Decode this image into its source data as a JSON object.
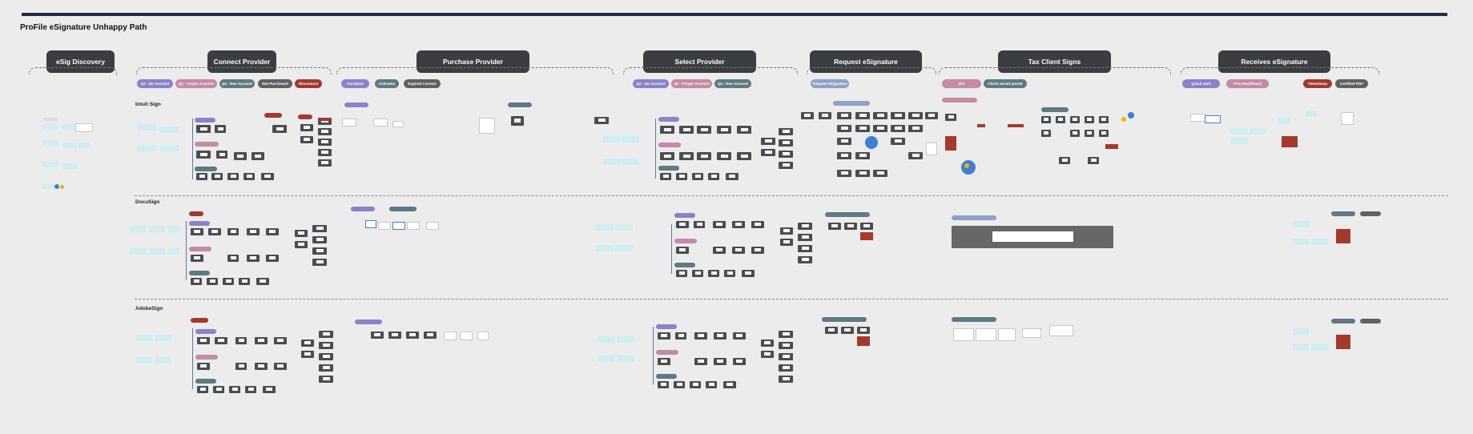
{
  "page_title": "ProFile eSignature Unhappy Path",
  "stages": [
    {
      "label": "eSig Discovery"
    },
    {
      "label": "Connect Provider"
    },
    {
      "label": "Purchase Provider"
    },
    {
      "label": "Select Provider"
    },
    {
      "label": "Request eSignature"
    },
    {
      "label": "Tax Client Signs"
    },
    {
      "label": "Receives eSignature"
    }
  ],
  "connect_tags": [
    "Q1 - No Account",
    "Q1 - Forgot Account",
    "Q1 - Has Account",
    "Not Purchased",
    "Disconnect"
  ],
  "purchase_tags": [
    "Purchase",
    "Activates",
    "Expired License"
  ],
  "select_tags": [
    "Q1 - No Account",
    "Q1 - Forgot Account",
    "Q1 - Has Account"
  ],
  "request_tags": [
    "Request eSignature"
  ],
  "taxclient_tags": [
    "2FA",
    "Client secure portal"
  ],
  "receive_tags": [
    "Quick start",
    "Firm Dashboard",
    "Timestamp",
    "Certified PDF"
  ],
  "rows": [
    {
      "label": "Intuit Sign"
    },
    {
      "label": "DocuSign"
    },
    {
      "label": "AdobeSign"
    }
  ],
  "colors": {
    "stage_bg": "#3b3d41",
    "topbar": "#1f2d4a",
    "purple": "#8b82c9",
    "pink": "#c58aa5",
    "slate": "#5f7a80",
    "grey": "#5f6163",
    "red": "#a13a2c"
  }
}
